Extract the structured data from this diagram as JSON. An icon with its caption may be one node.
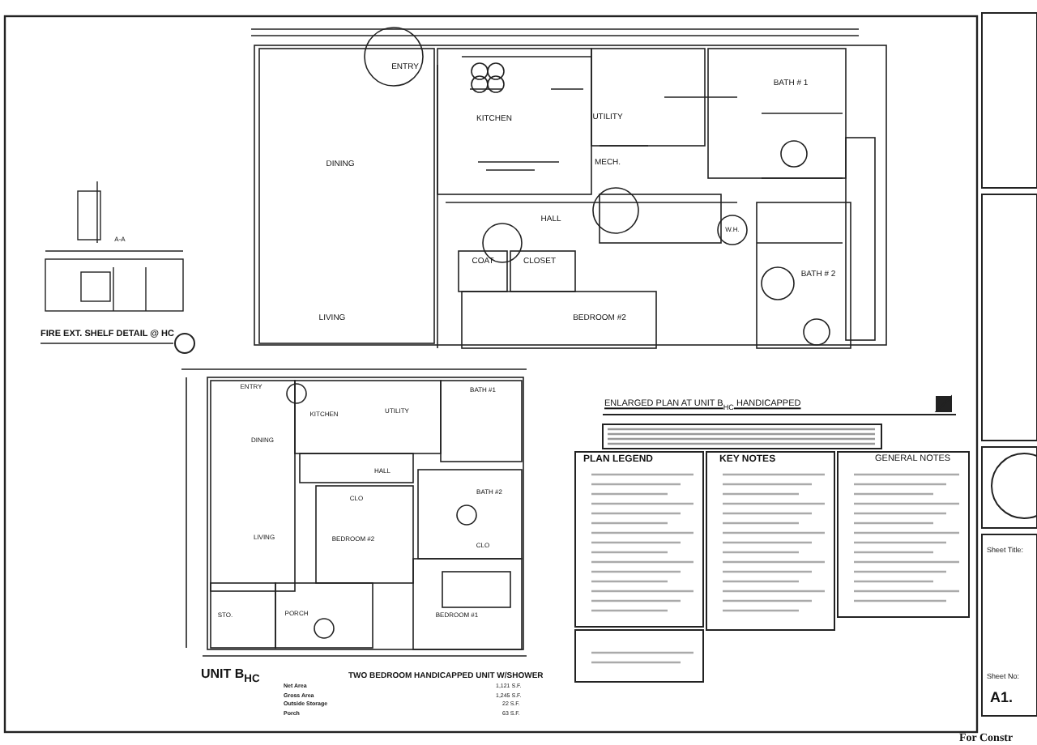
{
  "diagram": {
    "title": "ENLARGED PLAN AT UNIT B$_{HC}$ HANDICAPPED",
    "labels": [
      "ENTRY",
      "KITCHEN",
      "UTILITY",
      "BATH # 1",
      "DINING",
      "MECH.",
      "HALL",
      "W.H.",
      "COAT",
      "CLOSET",
      "BATH # 2",
      "LIVING",
      "BEDROOM #2",
      "A-A",
      "FIRE EXT. SHELF DETAIL @ HC",
      "ENTRY",
      "KITCHEN",
      "UTILITY",
      "BATH #1",
      "DINING",
      "HALL",
      "CLO",
      "BATH #2",
      "LIVING",
      "BEDROOM #2",
      "CLO",
      "STO.",
      "PORCH",
      "BEDROOM #1",
      "UNIT B$_{HC}$",
      "TWO BEDROOM HANDICAPPED UNIT W/SHOWER",
      "Net Area",
      "1,121 S.F.",
      "Gross Area",
      "1,245 S.F.",
      "Outside Storage",
      "22 S.F.",
      "Porch",
      "63 S.F.",
      "PLAN LEGEND",
      "KEY NOTES",
      "GENERAL NOTES",
      "Sheet Title:",
      "Sheet No:",
      "A1.",
      "For Constr"
    ]
  }
}
